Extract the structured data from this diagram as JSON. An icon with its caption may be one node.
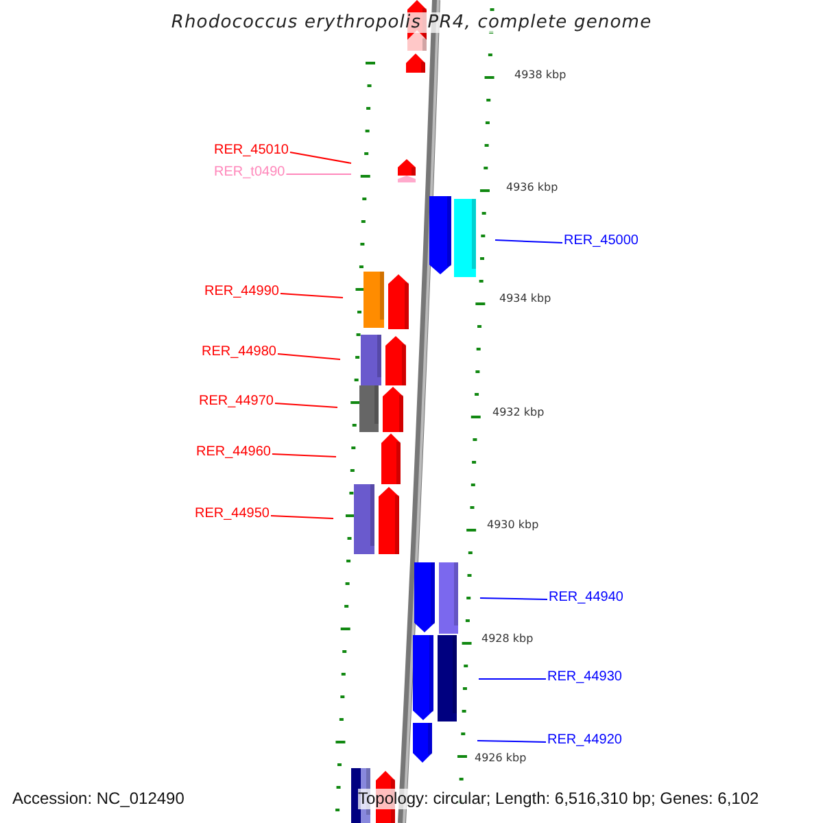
{
  "diagram": {
    "title": "Rhodococcus erythropolis PR4, complete genome",
    "nodes": [
      {
        "text": [
          "RER_45010"
        ]
      },
      {
        "text": [
          "RER_t0490"
        ]
      },
      {
        "text": [
          "RER_45000"
        ]
      },
      {
        "text": [
          "RER_44990"
        ]
      },
      {
        "text": [
          "RER_44980"
        ]
      },
      {
        "text": [
          "RER_44970"
        ]
      },
      {
        "text": [
          "RER_44960"
        ]
      },
      {
        "text": [
          "RER_44950"
        ]
      },
      {
        "text": [
          "RER_44940"
        ]
      },
      {
        "text": [
          "RER_44930"
        ]
      },
      {
        "text": [
          "RER_44920"
        ]
      }
    ],
    "edges": [
      {
        "from": 0,
        "to": null,
        "arrow": "none"
      },
      {
        "from": 1,
        "to": null,
        "arrow": "none",
        "color": "#ff88bb"
      },
      {
        "from": 2,
        "to": null,
        "arrow": "none",
        "color": "#0000ff"
      },
      {
        "from": 3,
        "to": null,
        "arrow": "none"
      },
      {
        "from": 4,
        "to": null,
        "arrow": "none"
      },
      {
        "from": 5,
        "to": null,
        "arrow": "none"
      },
      {
        "from": 6,
        "to": null,
        "arrow": "none"
      },
      {
        "from": 7,
        "to": null,
        "arrow": "none"
      },
      {
        "from": 8,
        "to": null,
        "arrow": "none",
        "color": "#0000ff"
      },
      {
        "from": 9,
        "to": null,
        "arrow": "none",
        "color": "#0000ff"
      },
      {
        "from": 10,
        "to": null,
        "arrow": "none",
        "color": "#0000ff"
      }
    ],
    "labels": [
      "4938 kbp",
      "4936 kbp",
      "4934 kbp",
      "4932 kbp",
      "4930 kbp",
      "4928 kbp",
      "4926 kbp",
      "Accession: NC_012490",
      "Topology: circular; Length: 6,516,310 bp; Genes: 6,102"
    ]
  }
}
